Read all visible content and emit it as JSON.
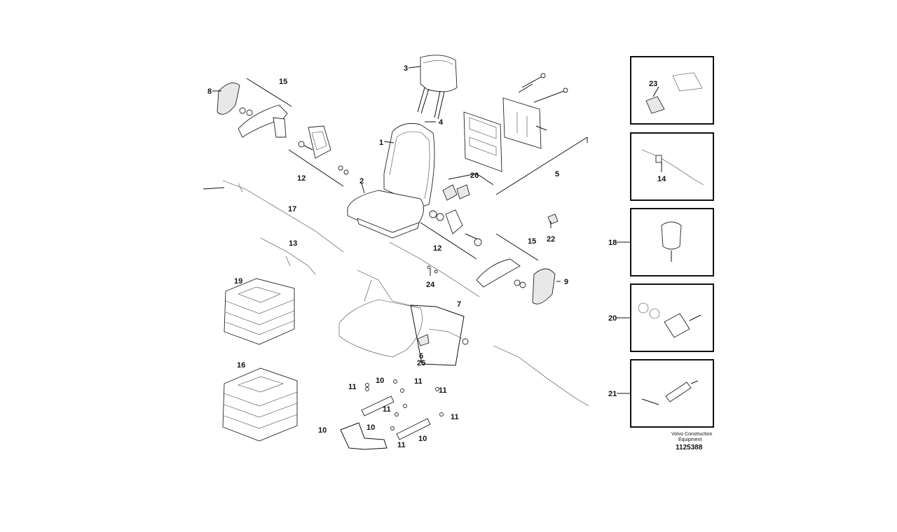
{
  "diagram": {
    "callouts": {
      "c1": "1",
      "c2": "2",
      "c3": "3",
      "c4": "4",
      "c5": "5",
      "c6": "6",
      "c7": "7",
      "c8": "8",
      "c9": "9",
      "c10a": "10",
      "c10b": "10",
      "c10c": "10",
      "c10d": "10",
      "c11a": "11",
      "c11b": "11",
      "c11c": "11",
      "c11d": "11",
      "c11e": "11",
      "c11f": "11",
      "c12a": "12",
      "c12b": "12",
      "c13": "13",
      "c14": "14",
      "c15a": "15",
      "c15b": "15",
      "c16": "16",
      "c17": "17",
      "c18": "18",
      "c19": "19",
      "c20": "20",
      "c21": "21",
      "c22": "22",
      "c23": "23",
      "c24": "24",
      "c25": "25",
      "c26": "26"
    },
    "credit_line1": "Volvo Construction",
    "credit_line2": "Equipment",
    "doc_number": "1125388"
  }
}
